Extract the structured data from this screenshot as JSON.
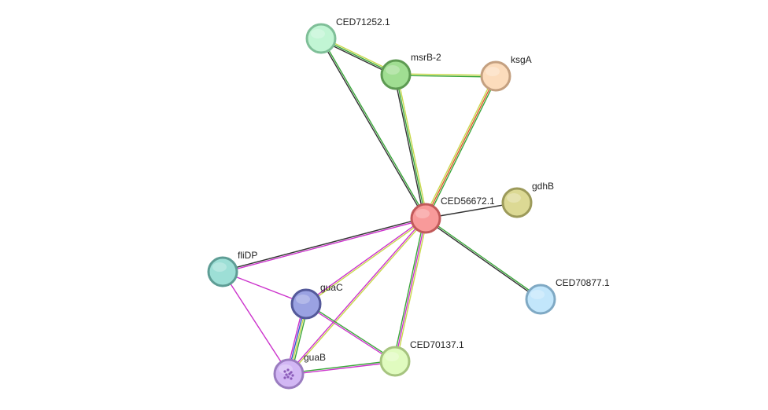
{
  "network": {
    "nodes": [
      {
        "id": "CED56672.1",
        "label": "CED56672.1",
        "color": "#f89a9a",
        "stroke": "#c15a5a"
      },
      {
        "id": "CED71252.1",
        "label": "CED71252.1",
        "color": "#c1f5d4",
        "stroke": "#7fbf98"
      },
      {
        "id": "msrB-2",
        "label": "msrB-2",
        "color": "#a0de92",
        "stroke": "#5d9a52"
      },
      {
        "id": "ksgA",
        "label": "ksgA",
        "color": "#fcdcbc",
        "stroke": "#c4a080"
      },
      {
        "id": "gdhB",
        "label": "gdhB",
        "color": "#dcd994",
        "stroke": "#9c9a5a"
      },
      {
        "id": "CED70877.1",
        "label": "CED70877.1",
        "color": "#c2e6fb",
        "stroke": "#7fa9c4"
      },
      {
        "id": "fliDP",
        "label": "fliDP",
        "color": "#9ddfd6",
        "stroke": "#5e9d95"
      },
      {
        "id": "guaC",
        "label": "guaC",
        "color": "#9aa2e2",
        "stroke": "#54599a"
      },
      {
        "id": "guaB",
        "label": "guaB",
        "color": "#d2b7f4",
        "stroke": "#9a7cc0"
      },
      {
        "id": "CED70137.1",
        "label": "CED70137.1",
        "color": "#e0fbbf",
        "stroke": "#a6c47f"
      }
    ],
    "edges": [
      {
        "source": "CED71252.1",
        "target": "CED56672.1",
        "colors": [
          "#3aa63a",
          "#333333"
        ]
      },
      {
        "source": "CED71252.1",
        "target": "msrB-2",
        "colors": [
          "#c8d84a",
          "#3aa63a",
          "#333333"
        ]
      },
      {
        "source": "msrB-2",
        "target": "ksgA",
        "colors": [
          "#c8d84a",
          "#3aa63a"
        ]
      },
      {
        "source": "msrB-2",
        "target": "CED56672.1",
        "colors": [
          "#c8d84a",
          "#3aa63a",
          "#333333"
        ]
      },
      {
        "source": "ksgA",
        "target": "CED56672.1",
        "colors": [
          "#3aa63a",
          "#e05a2a",
          "#c8d84a"
        ]
      },
      {
        "source": "CED56672.1",
        "target": "gdhB",
        "colors": [
          "#333333"
        ]
      },
      {
        "source": "CED56672.1",
        "target": "CED70877.1",
        "colors": [
          "#3aa63a",
          "#333333"
        ]
      },
      {
        "source": "CED56672.1",
        "target": "fliDP",
        "colors": [
          "#cc33cc",
          "#333333"
        ]
      },
      {
        "source": "CED56672.1",
        "target": "guaC",
        "colors": [
          "#c8d84a",
          "#cc33cc"
        ]
      },
      {
        "source": "CED56672.1",
        "target": "guaB",
        "colors": [
          "#c8d84a",
          "#cc33cc"
        ]
      },
      {
        "source": "CED56672.1",
        "target": "CED70137.1",
        "colors": [
          "#c8d84a",
          "#cc33cc",
          "#3aa63a"
        ]
      },
      {
        "source": "fliDP",
        "target": "guaC",
        "colors": [
          "#cc33cc"
        ]
      },
      {
        "source": "fliDP",
        "target": "guaB",
        "colors": [
          "#cc33cc"
        ]
      },
      {
        "source": "guaC",
        "target": "guaB",
        "colors": [
          "#3aa63a",
          "#c8d84a",
          "#3355cc",
          "#cc33cc"
        ]
      },
      {
        "source": "guaC",
        "target": "CED70137.1",
        "colors": [
          "#3aa63a",
          "#cc33cc"
        ]
      },
      {
        "source": "guaB",
        "target": "CED70137.1",
        "colors": [
          "#3aa63a",
          "#cc33cc"
        ]
      }
    ]
  }
}
